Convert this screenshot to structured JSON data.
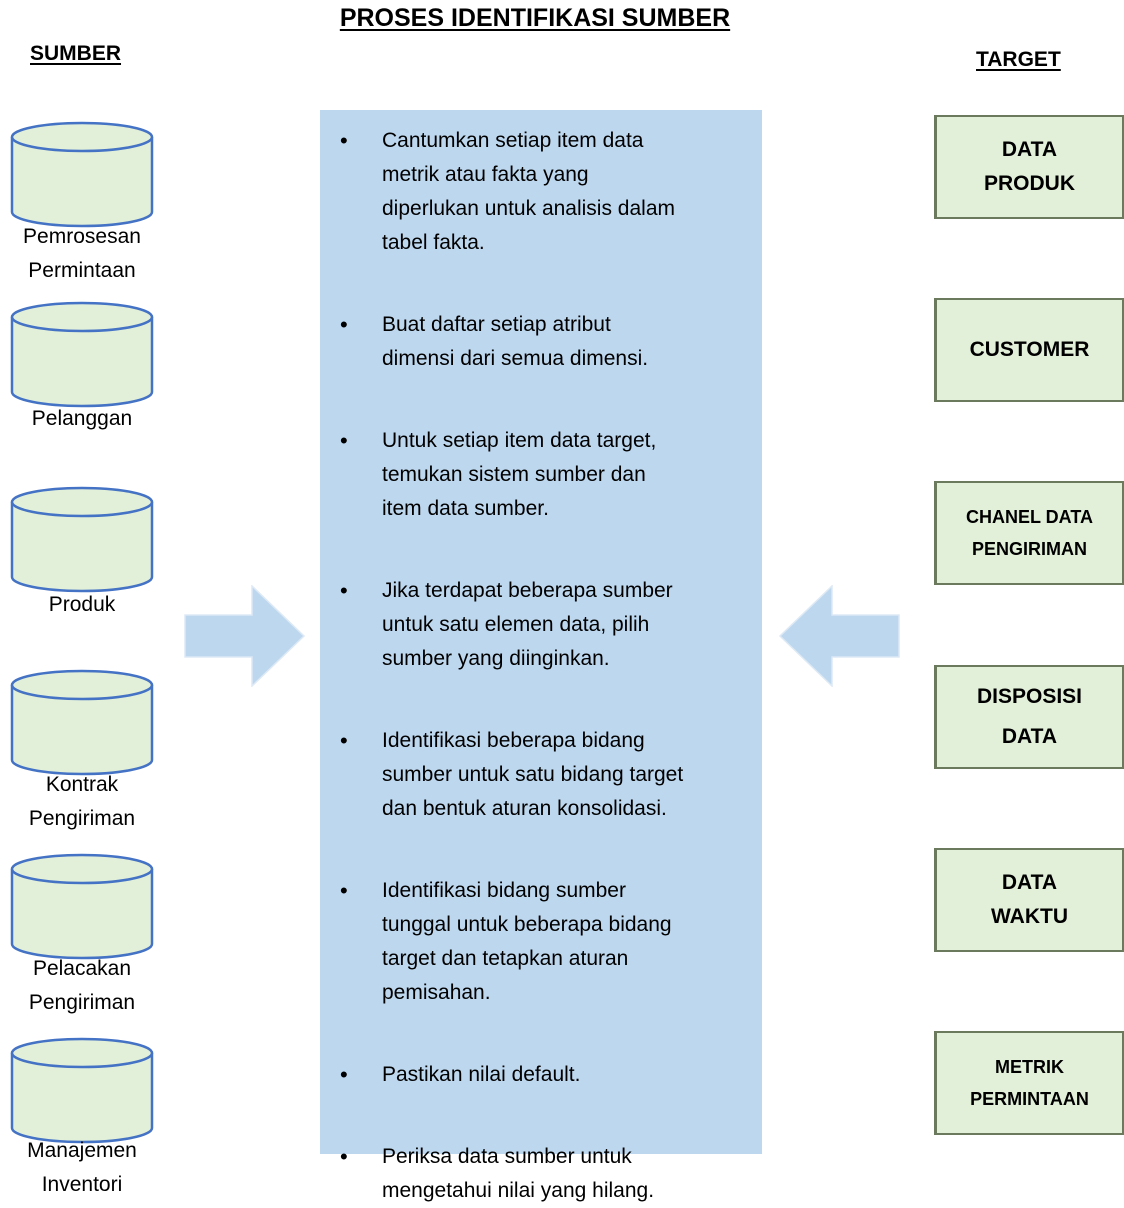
{
  "title": "PROSES IDENTIFIKASI SUMBER",
  "source_header": "SUMBER",
  "target_header": "TARGET",
  "sources": [
    {
      "line1": "Pemrosesan",
      "line2": "Permintaan"
    },
    {
      "line1": "Pelanggan",
      "line2": ""
    },
    {
      "line1": "Produk",
      "line2": ""
    },
    {
      "line1": "Kontrak",
      "line2": "Pengiriman"
    },
    {
      "line1": "Pelacakan",
      "line2": "Pengiriman"
    },
    {
      "line1": "Manajemen",
      "line2": "Inventori"
    }
  ],
  "steps": [
    {
      "l1": "Cantumkan setiap item data",
      "l2": "metrik atau fakta yang",
      "l3": "diperlukan untuk analisis dalam",
      "l4": "tabel fakta."
    },
    {
      "l1": "Buat daftar setiap atribut",
      "l2": "dimensi dari semua  dimensi.",
      "l3": "",
      "l4": ""
    },
    {
      "l1": "Untuk setiap item data target,",
      "l2": "temukan sistem sumber dan",
      "l3": "item data sumber.",
      "l4": ""
    },
    {
      "l1": "Jika terdapat beberapa sumber",
      "l2": "untuk satu elemen data, pilih",
      "l3": "sumber yang diinginkan.",
      "l4": ""
    },
    {
      "l1": "Identifikasi beberapa bidang",
      "l2": "sumber untuk satu bidang target",
      "l3": "dan bentuk aturan konsolidasi.",
      "l4": ""
    },
    {
      "l1": "Identifikasi bidang sumber",
      "l2": "tunggal untuk beberapa bidang",
      "l3": "target dan tetapkan aturan",
      "l4": "pemisahan."
    },
    {
      "l1": "Pastikan nilai default.",
      "l2": "",
      "l3": "",
      "l4": ""
    },
    {
      "l1": "Periksa data sumber untuk",
      "l2": "mengetahui nilai yang hilang.",
      "l3": "",
      "l4": ""
    }
  ],
  "targets": [
    {
      "line1": "DATA",
      "line2": "PRODUK"
    },
    {
      "line1": "CUSTOMER",
      "line2": ""
    },
    {
      "line1": "CHANEL DATA",
      "line2": "PENGIRIMAN"
    },
    {
      "line1": "DISPOSISI",
      "line2": "DATA"
    },
    {
      "line1": "DATA",
      "line2": "WAKTU"
    },
    {
      "line1": "METRIK",
      "line2": "PERMINTAAN"
    }
  ],
  "colors": {
    "cylinder_fill": "#e2efd9",
    "cylinder_stroke": "#4472c4",
    "steps_background": "#bdd7ee",
    "arrow_fill": "#bdd7ee",
    "target_fill": "#e2efd9",
    "target_border": "#6b7a5c"
  }
}
